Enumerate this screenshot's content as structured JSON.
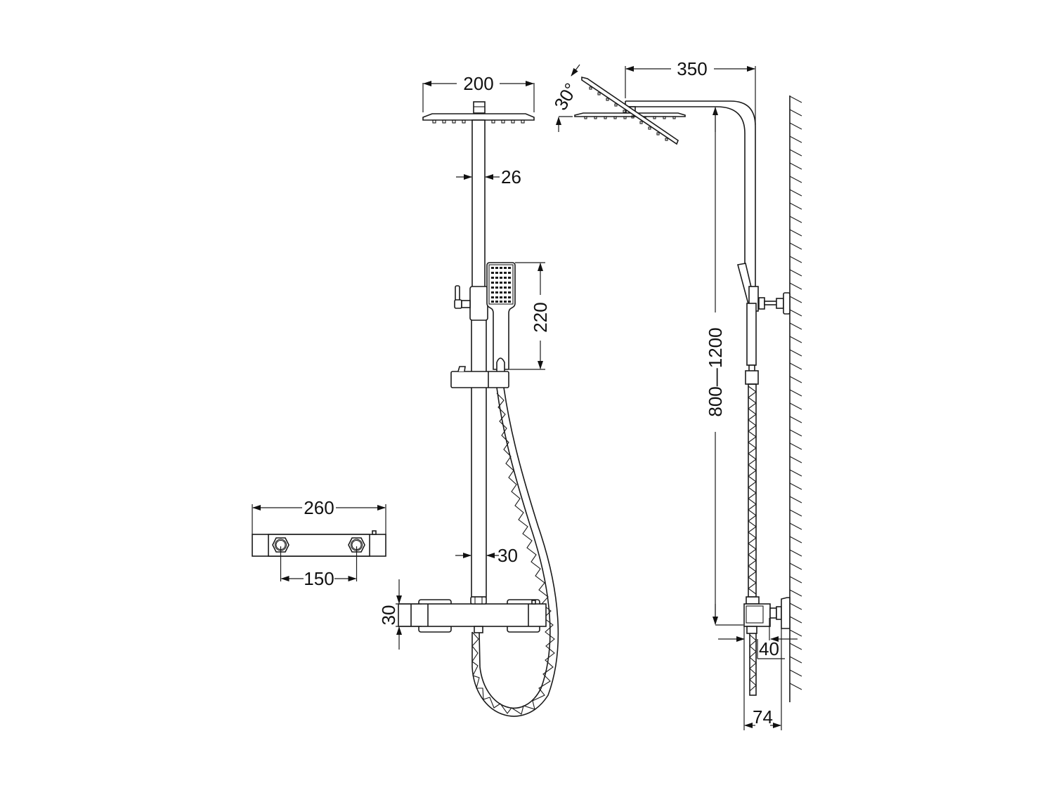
{
  "drawing": {
    "title": "Shower system dimensional drawing",
    "line_color": "#1a1a1a",
    "background": "#ffffff",
    "views": [
      {
        "name": "front-view",
        "parts": [
          "overhead-shower-head",
          "riser-pipe",
          "hand-shower",
          "slide-holder",
          "hose",
          "thermostatic-mixer"
        ]
      },
      {
        "name": "side-view",
        "parts": [
          "overhead-shower-head-tilted",
          "shower-arm",
          "wall-bracket",
          "hand-shower",
          "hose",
          "mixer",
          "wall"
        ]
      },
      {
        "name": "mixer-top-view",
        "parts": [
          "mixer-body",
          "left-connector",
          "right-connector"
        ]
      }
    ],
    "dimensions": {
      "head_width": "200",
      "riser_upper_diameter": "26",
      "hand_shower_length": "220",
      "riser_lower_diameter": "30",
      "mixer_height": "30",
      "mixer_length": "260",
      "inlet_spacing": "150",
      "arm_projection": "350",
      "tilt_angle": "30°",
      "height_range": "800—1200",
      "mixer_wall_offset": "40",
      "mixer_depth": "74"
    }
  }
}
